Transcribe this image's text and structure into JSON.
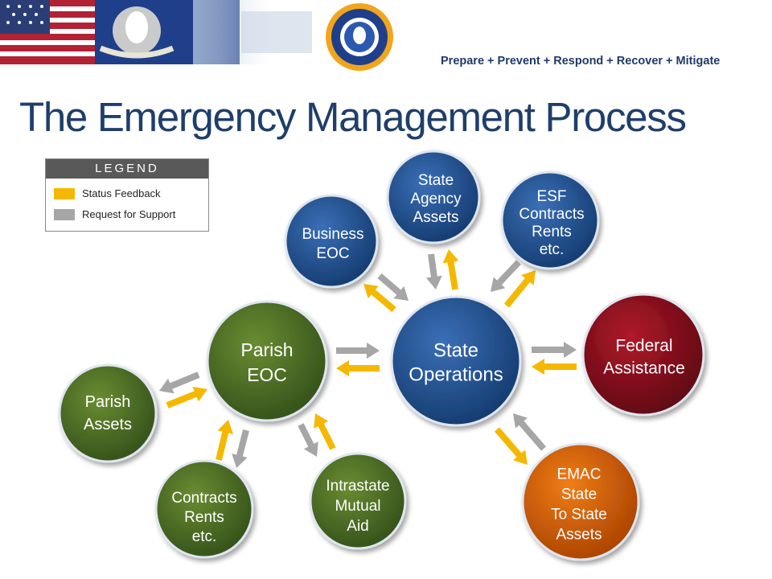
{
  "header": {
    "tagline": "Prepare + Prevent + Respond + Recover + Mitigate"
  },
  "title": "The Emergency Management Process",
  "legend": {
    "header": "LEGEND",
    "items": [
      {
        "label": "Status Feedback",
        "color": "#f5b800"
      },
      {
        "label": "Request for Support",
        "color": "#a6a6a6"
      }
    ]
  },
  "colors": {
    "feedback_arrow": "#f5b800",
    "request_arrow": "#a6a6a6",
    "blue_node": "#1e4e8c",
    "green_node": "#4a6a1d",
    "red_node": "#8b0a1a",
    "orange_node": "#d65b00"
  },
  "nodes": {
    "state_operations": {
      "lines": [
        "State",
        "Operations"
      ]
    },
    "business_eoc": {
      "lines": [
        "Business",
        "EOC"
      ]
    },
    "state_agency_assets": {
      "lines": [
        "State",
        "Agency",
        "Assets"
      ]
    },
    "esf_contracts": {
      "lines": [
        "ESF",
        "Contracts",
        "Rents",
        "etc."
      ]
    },
    "federal_assistance": {
      "lines": [
        "Federal",
        "Assistance"
      ]
    },
    "emac": {
      "lines": [
        "EMAC",
        "State",
        "To State",
        "Assets"
      ]
    },
    "parish_eoc": {
      "lines": [
        "Parish",
        "EOC"
      ]
    },
    "parish_assets": {
      "lines": [
        "Parish",
        "Assets"
      ]
    },
    "parish_contracts": {
      "lines": [
        "Contracts",
        "Rents",
        "etc."
      ]
    },
    "intrastate_aid": {
      "lines": [
        "Intrastate",
        "Mutual",
        "Aid"
      ]
    }
  }
}
